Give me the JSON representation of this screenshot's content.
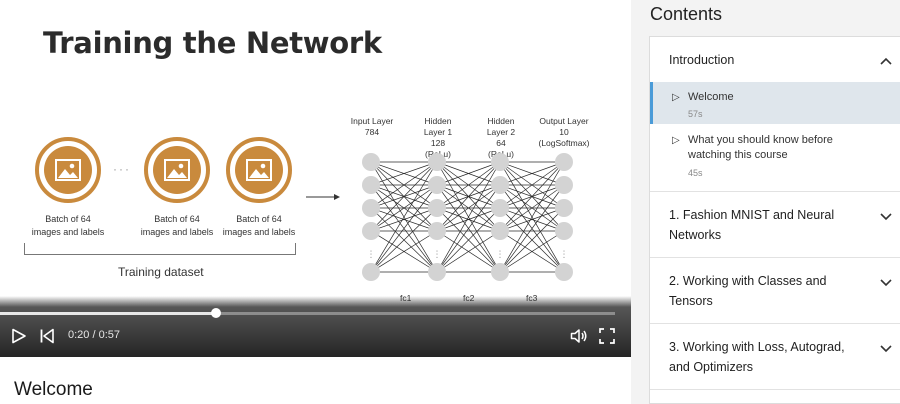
{
  "slide": {
    "title": "Training the Network",
    "batches": [
      {
        "caption_line1": "Batch of 64",
        "caption_line2": "images and labels"
      },
      {
        "caption_line1": "Batch of 64",
        "caption_line2": "images and labels"
      },
      {
        "caption_line1": "Batch of 64",
        "caption_line2": "images and labels"
      }
    ],
    "ellipsis": "···",
    "dataset_label": "Training dataset",
    "layers": [
      {
        "l1": "Input Layer",
        "l2": "784",
        "l3": "",
        "l4": ""
      },
      {
        "l1": "Hidden",
        "l2": "Layer 1",
        "l3": "128",
        "l4": "(ReLu)"
      },
      {
        "l1": "Hidden",
        "l2": "Layer 2",
        "l3": "64",
        "l4": "(ReLu)"
      },
      {
        "l1": "Output Layer",
        "l2": "10",
        "l3": "(LogSoftmax)",
        "l4": ""
      }
    ],
    "connections": [
      "fc1",
      "fc2",
      "fc3"
    ],
    "accent_color": "#c98a3d"
  },
  "player": {
    "time_display": "0:20 / 0:57",
    "progress_fraction": 0.351,
    "icons": [
      "play-icon",
      "previous-icon",
      "volume-icon",
      "fullscreen-icon"
    ]
  },
  "video": {
    "title": "Welcome"
  },
  "sidebar": {
    "heading": "Contents",
    "sections": [
      {
        "label": "Introduction",
        "expanded": true,
        "items": [
          {
            "title_line1": "Welcome",
            "title_line2": "",
            "duration": "57s",
            "active": true
          },
          {
            "title_line1": "What you should know before",
            "title_line2": "watching this course",
            "duration": "45s",
            "active": false
          }
        ]
      },
      {
        "label_line1": "1. Fashion MNIST and Neural",
        "label_line2": "Networks",
        "expanded": false
      },
      {
        "label_line1": "2. Working with Classes and",
        "label_line2": "Tensors",
        "expanded": false
      },
      {
        "label_line1": "3. Working with Loss, Autograd,",
        "label_line2": "and Optimizers",
        "expanded": false
      }
    ],
    "active_color": "#4a9bd8"
  }
}
